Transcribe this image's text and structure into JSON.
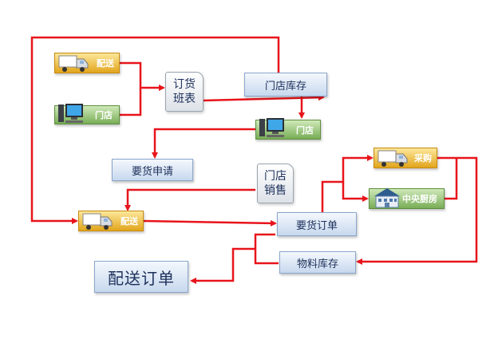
{
  "nodes": {
    "delivery_top": "配送",
    "store_top": "门店",
    "order_schedule": [
      "订货",
      "班表"
    ],
    "store_inventory": "门店库存",
    "store_mid": "门店",
    "requisition": "要货申请",
    "store_sales": [
      "门店",
      "销售"
    ],
    "delivery_mid": "配送",
    "purchase": "采购",
    "central_kitchen": "中央厨房",
    "requisition_order": "要货订单",
    "material_inventory": "物料库存",
    "delivery_order": "配送订单"
  },
  "colors": {
    "connector": "#e8141b",
    "truck_box": "#e2a51c",
    "monitor_box": "#78ad56",
    "process_box": "#c7d8ee"
  },
  "icons": [
    "truck-icon",
    "computer-icon",
    "building-icon"
  ]
}
